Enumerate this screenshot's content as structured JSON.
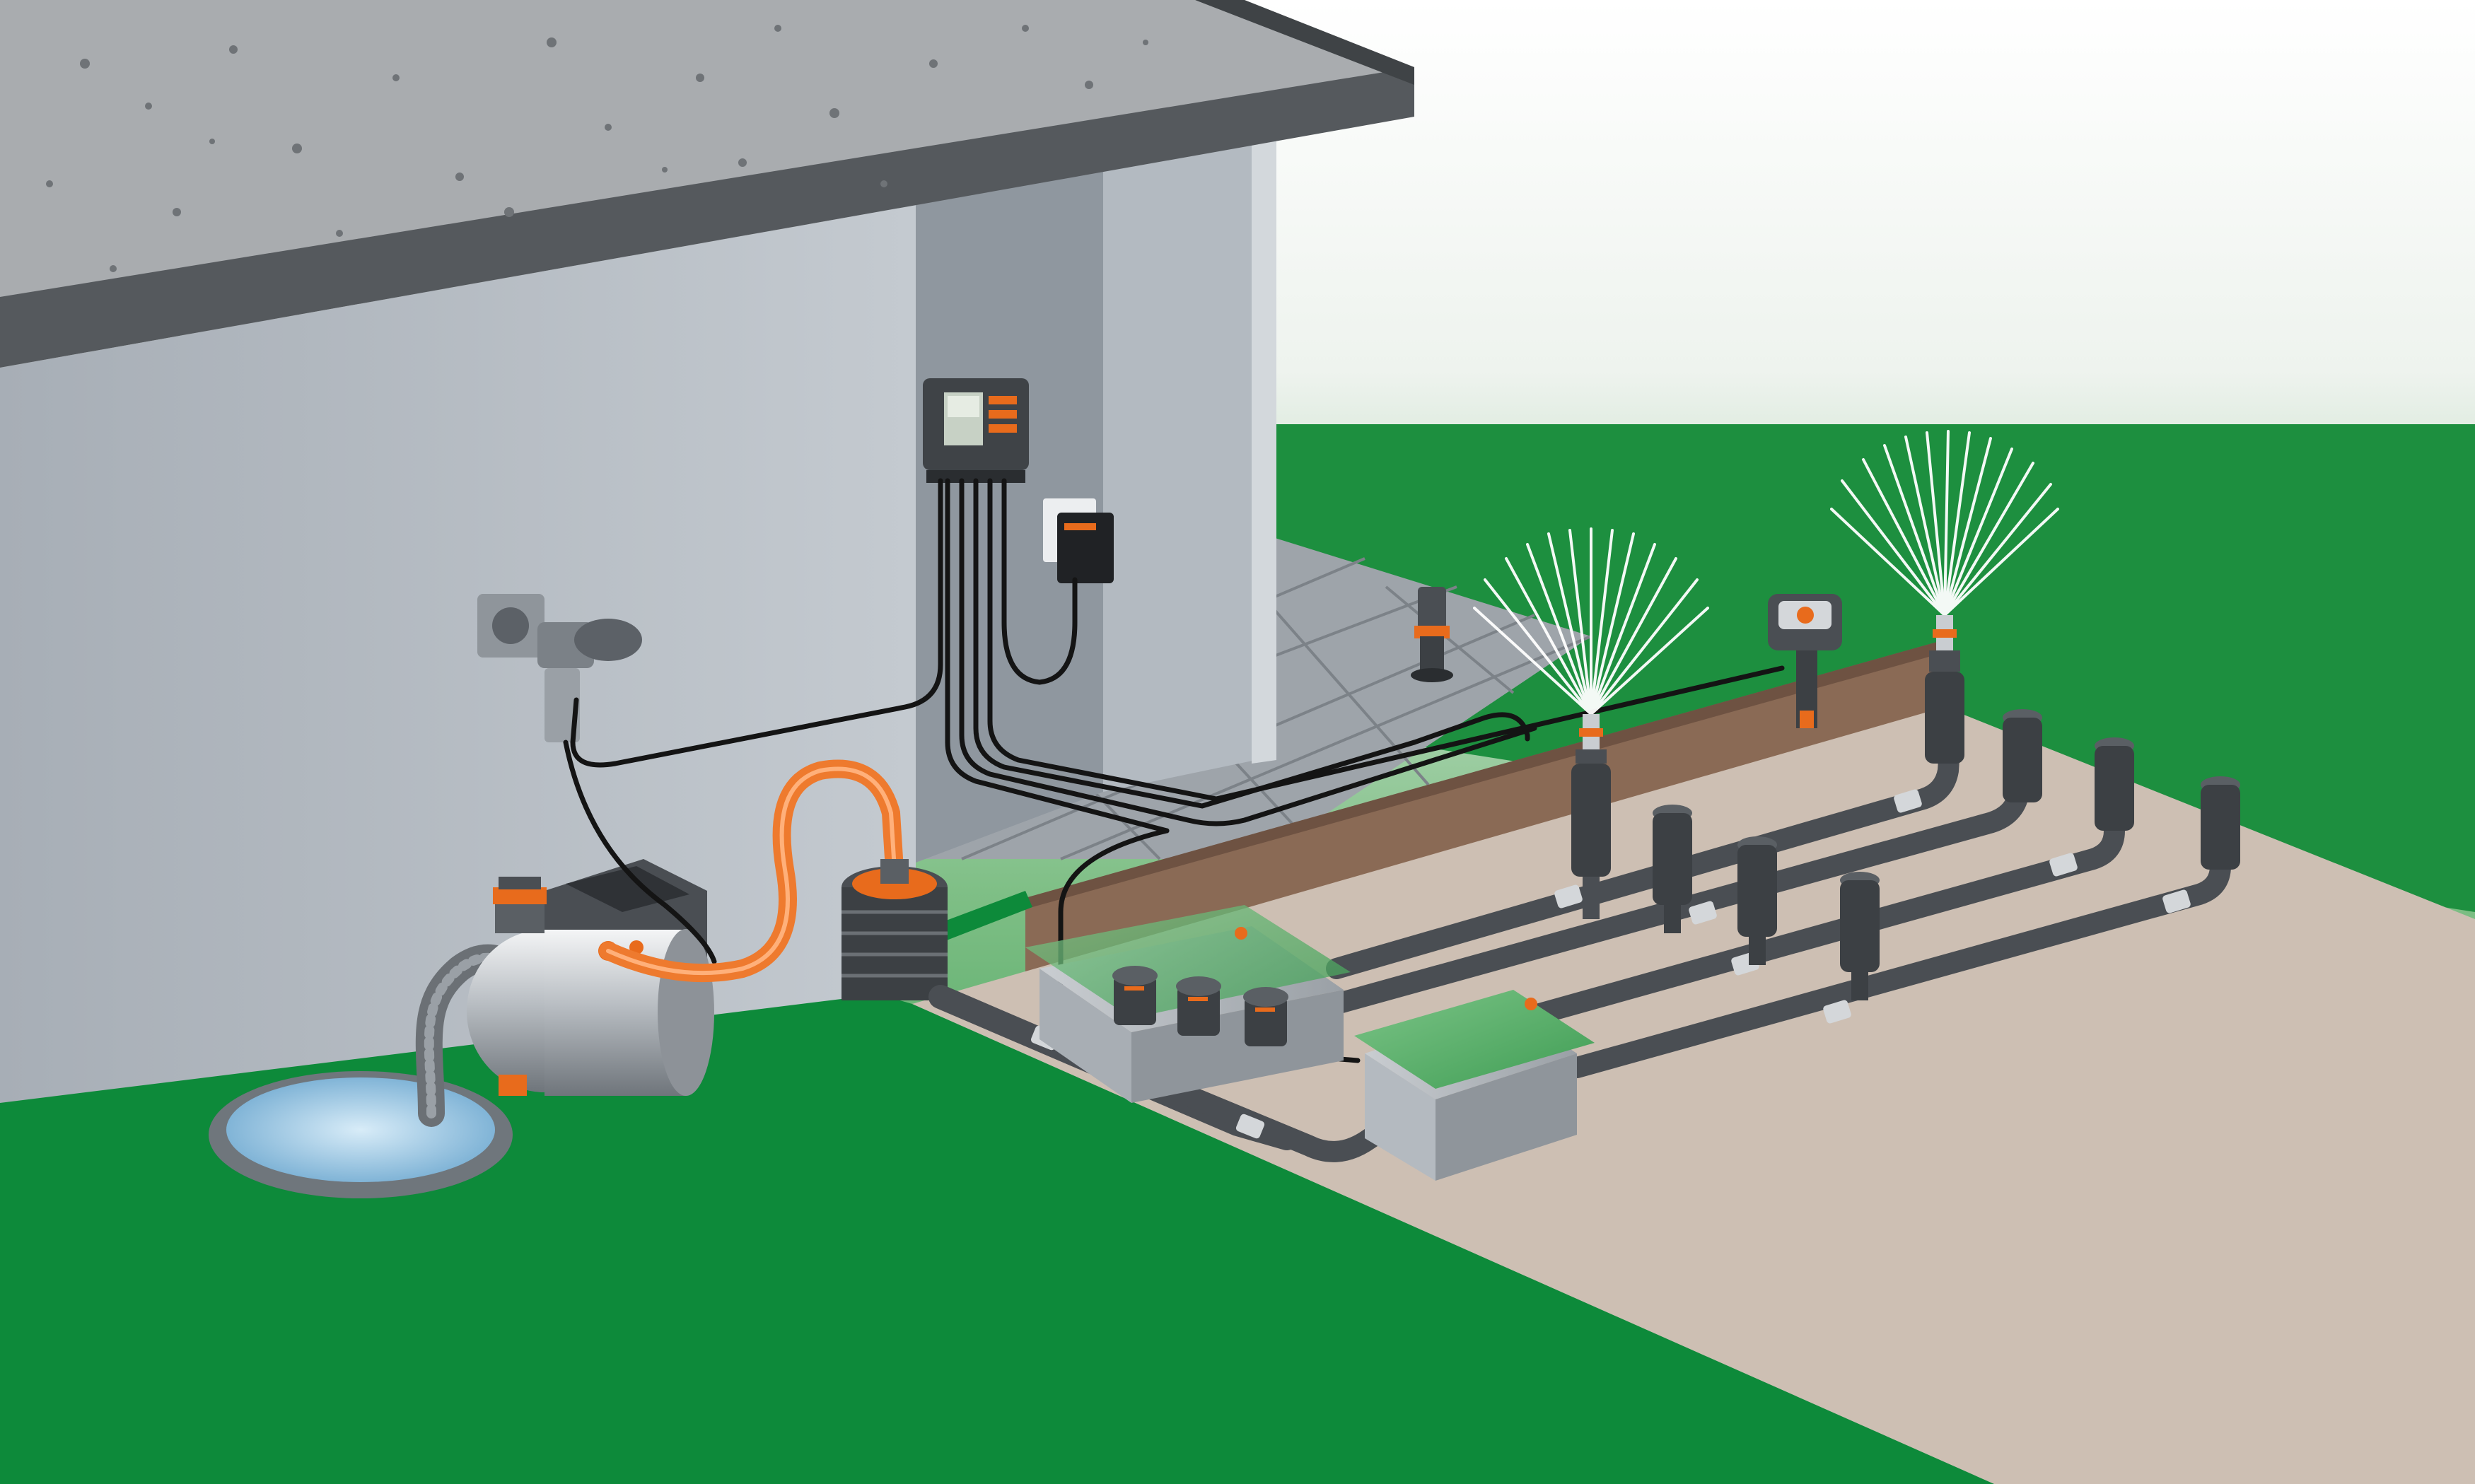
{
  "scene": {
    "type": "garden-irrigation-system-diagram",
    "labels": [],
    "components": {
      "house": "house-wall-with-flat-roof",
      "water_source": "rainwater-well",
      "pump": "garden-pump",
      "pump_socket": "pump-automatic-power-switch",
      "controller": "irrigation-control-unit",
      "transformer": "power-transformer",
      "filter": "filter-housing",
      "valve_boxes": [
        "valve-box-large",
        "valve-box-small"
      ],
      "sensor": "soil-moisture-sensor",
      "mini_controller": "water-timer",
      "sprinklers": {
        "spraying": 2,
        "retracted": 6,
        "patio": 1
      }
    }
  },
  "colors": {
    "lawn": "#0d8a3a",
    "lawn_dark": "#0a7a33",
    "soil": "#8a6a55",
    "gravel": "#cdbfb3",
    "wall": "#b7bec6",
    "wall_dark": "#8f979f",
    "roof": "#55595d",
    "roof_top": "#a9acaf",
    "pipe": "#4a4e53",
    "pipe_highlight": "#7d838a",
    "hose": "#ee7a2e",
    "accent_orange": "#e86b1c",
    "cable": "#141414",
    "water": "#8fc6e8"
  }
}
